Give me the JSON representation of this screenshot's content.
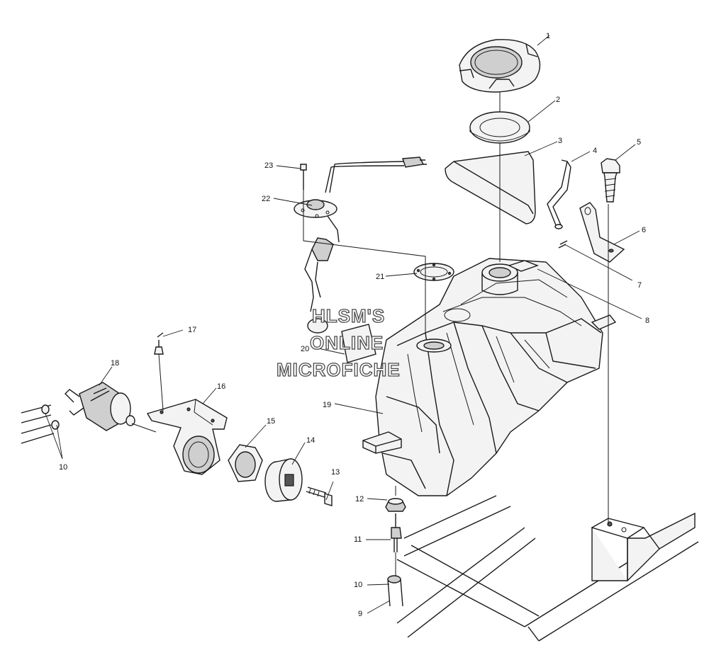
{
  "watermark": {
    "line1": "HLSM'S",
    "line2": "ONLINE",
    "line3": "MICROFICHE"
  },
  "callouts": {
    "c1": "1",
    "c2": "2",
    "c3": "3",
    "c4": "4",
    "c5": "5",
    "c6": "6",
    "c7": "7",
    "c8": "8",
    "c9": "9",
    "c10a": "10",
    "c10b": "10",
    "c11": "11",
    "c12": "12",
    "c13": "13",
    "c14": "14",
    "c15": "15",
    "c16": "16",
    "c17": "17",
    "c18": "18",
    "c19": "19",
    "c20": "20",
    "c21": "21",
    "c22": "22",
    "c23": "23"
  }
}
